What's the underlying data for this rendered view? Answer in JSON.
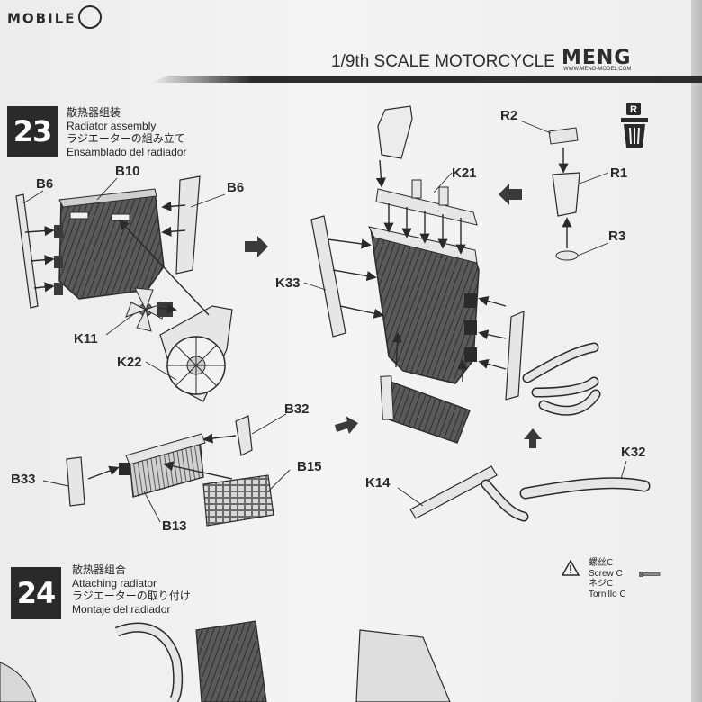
{
  "watermark": {
    "text": "MOBILE"
  },
  "header": {
    "title": "1/9th SCALE MOTORCYCLE",
    "brand": "MENG",
    "brand_url": "WWW.MENG-MODEL.COM"
  },
  "step23": {
    "number": "23",
    "title_zh": "散热器组装",
    "title_en": "Radiator assembly",
    "title_ja": "ラジエーターの組み立て",
    "title_es": "Ensamblado del radiador"
  },
  "step24": {
    "number": "24",
    "title_zh": "散热器组合",
    "title_en": "Attaching radiator",
    "title_ja": "ラジエーターの取り付け",
    "title_es": "Montaje del radiador"
  },
  "recycle_badge": {
    "letter": "R"
  },
  "parts": {
    "B6_left": "B6",
    "B10": "B10",
    "B6_right": "B6",
    "K11": "K11",
    "K22": "K22",
    "K33": "K33",
    "K21": "K21",
    "R2": "R2",
    "R1": "R1",
    "R3": "R3",
    "B32": "B32",
    "B33": "B33",
    "B13": "B13",
    "B15": "B15",
    "K14": "K14",
    "K32": "K32"
  },
  "screw_note": {
    "zh": "螺丝C",
    "en": "Screw C",
    "ja": "ネジC",
    "es": "Tornillo C"
  },
  "colors": {
    "ink": "#2a2a2a",
    "paper": "#f1f1f1",
    "part_fill": "#e6e6e6",
    "radiator_core": "#4a4a4a"
  }
}
